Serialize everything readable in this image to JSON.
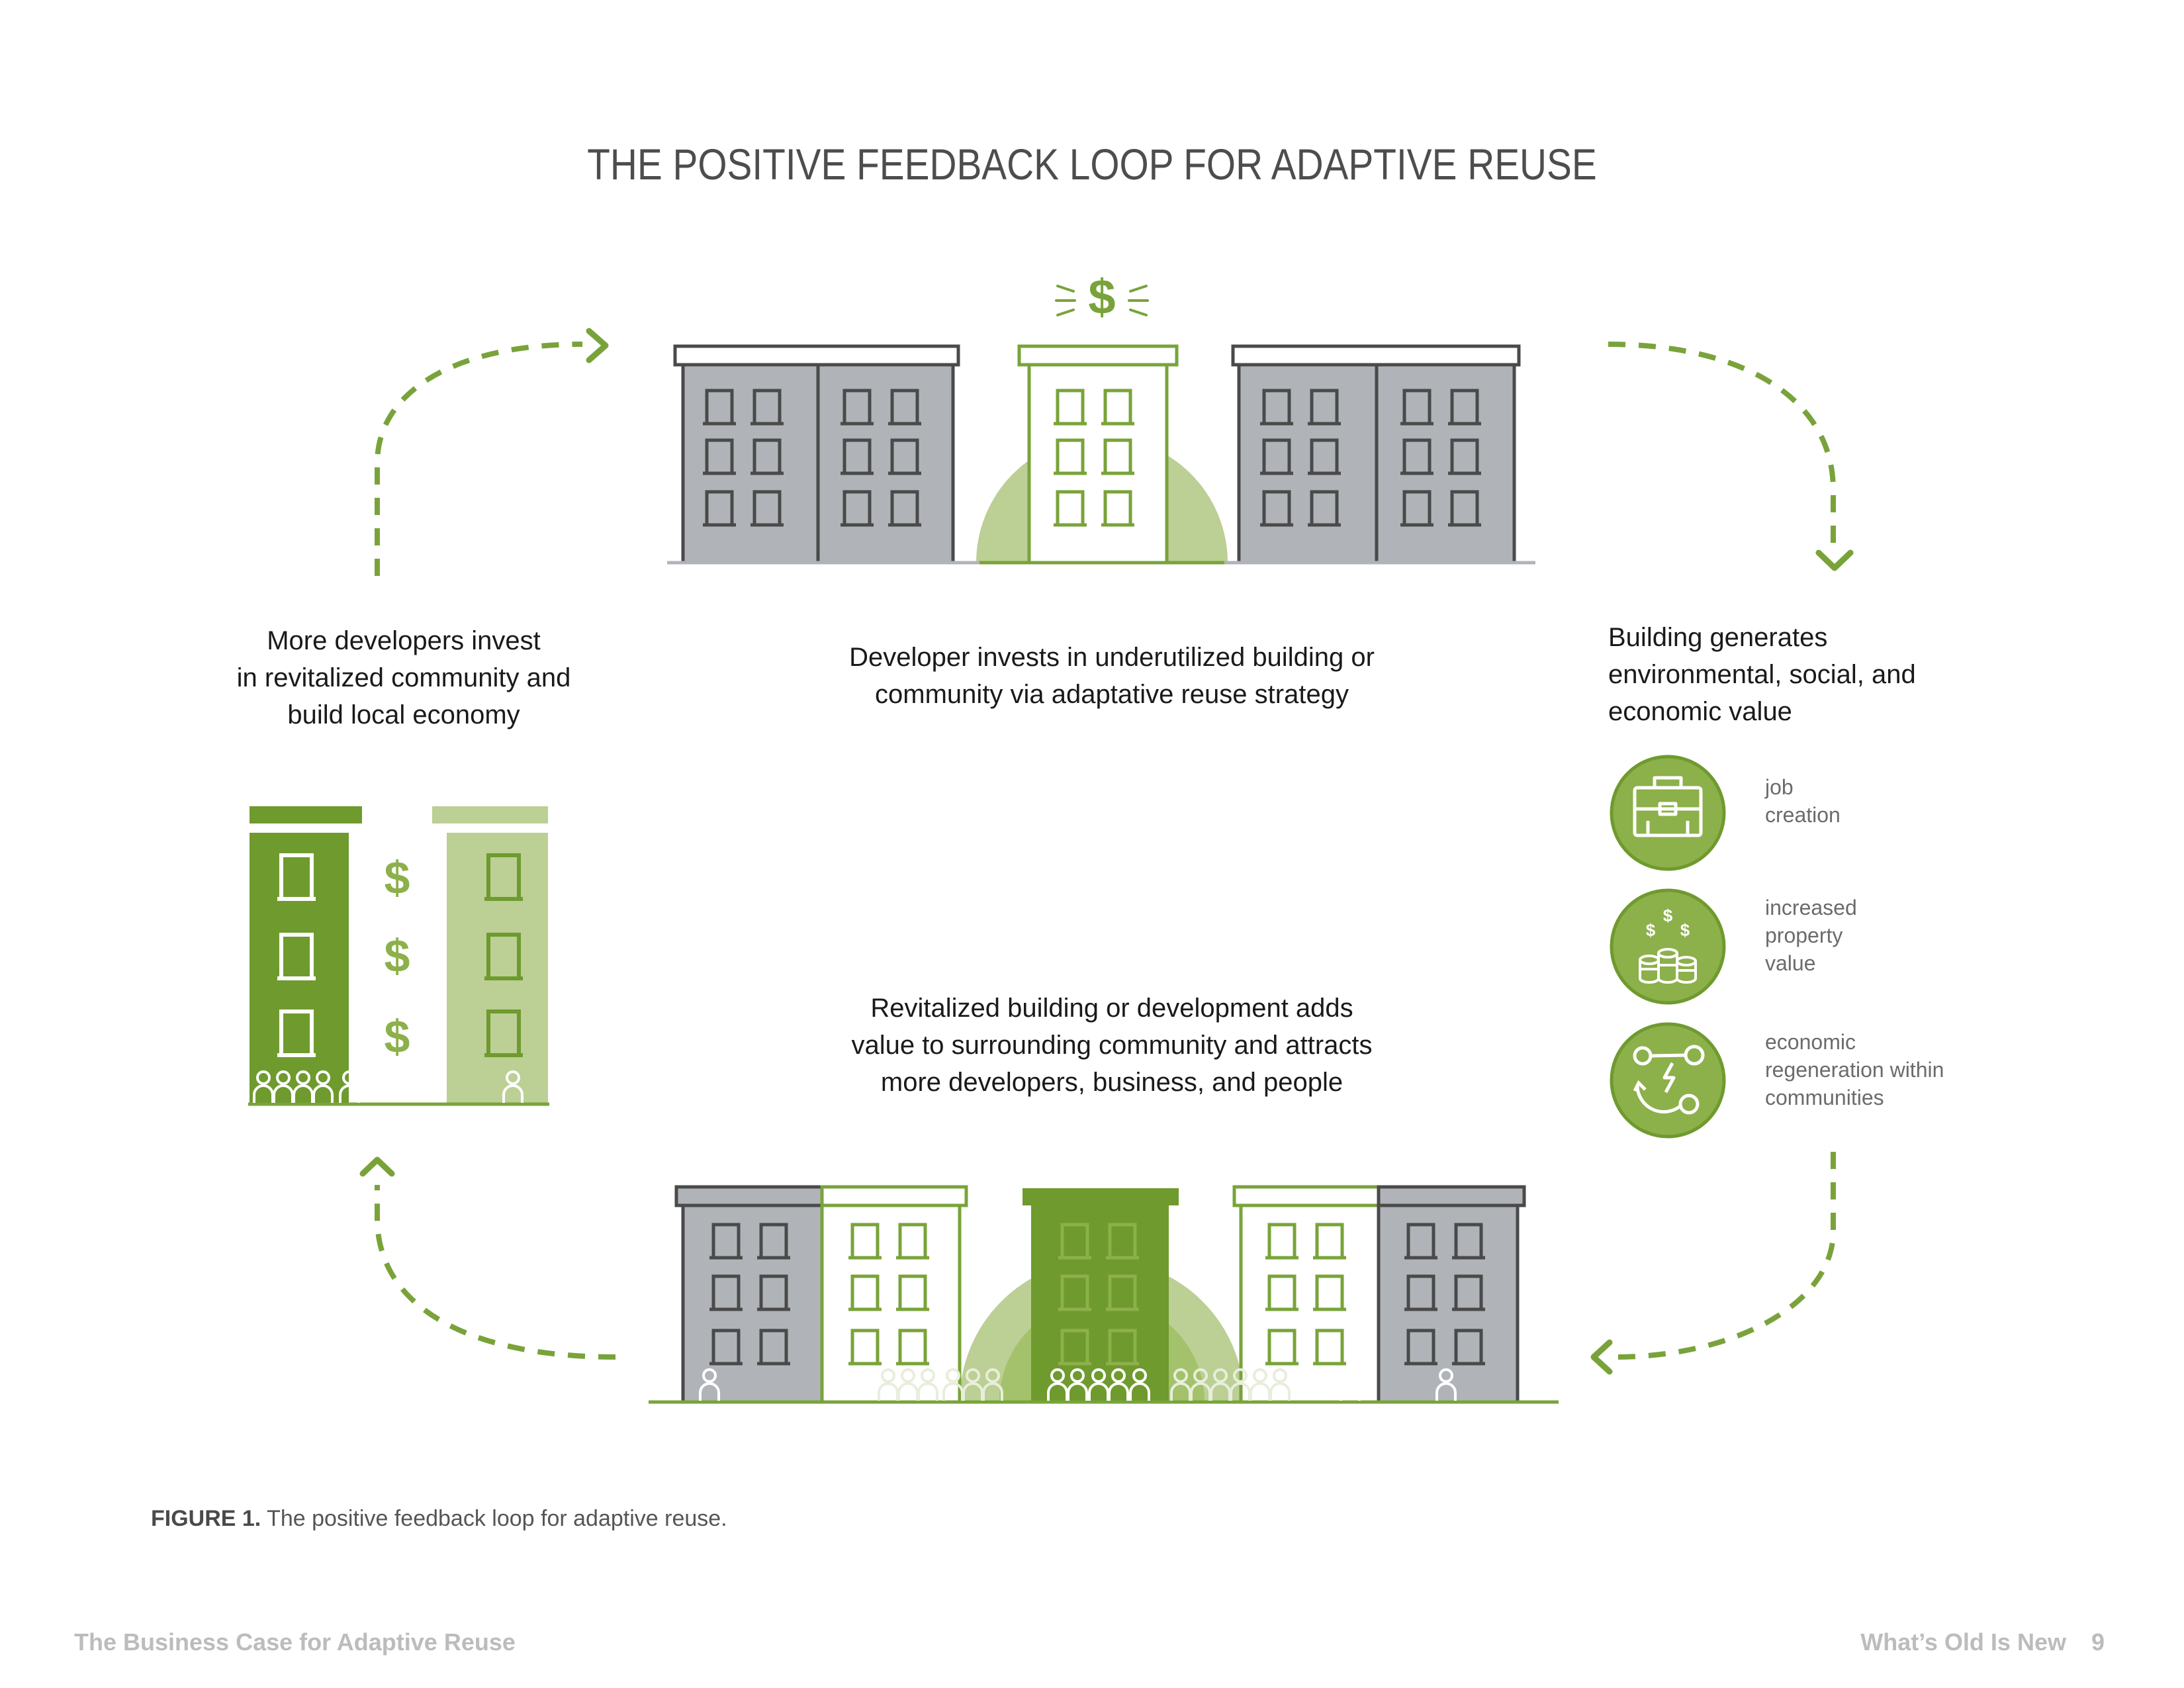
{
  "title": "THE POSITIVE FEEDBACK LOOP FOR ADAPTIVE REUSE",
  "steps": {
    "left": [
      "More developers invest",
      "in revitalized community and",
      "build local economy"
    ],
    "top": [
      "Developer invests in underutilized building or",
      "community via adaptative reuse strategy"
    ],
    "right": [
      "Building generates",
      "environmental, social, and",
      "economic value"
    ],
    "bottom": [
      "Revitalized building or development adds",
      "value to surrounding community and attracts",
      "more developers, business, and people"
    ]
  },
  "values": [
    {
      "icon": "briefcase-icon",
      "lines": [
        "job",
        "creation"
      ]
    },
    {
      "icon": "coins-icon",
      "lines": [
        "increased",
        "property",
        "value"
      ]
    },
    {
      "icon": "network-icon",
      "lines": [
        "economic",
        "regeneration within",
        "communities"
      ]
    }
  ],
  "dollar_sign": "$",
  "caption": {
    "label": "FIGURE 1.",
    "text": " The positive feedback loop for adaptive reuse."
  },
  "footer": {
    "left": "The Business Case for Adaptive Reuse",
    "right": "What’s Old Is New",
    "page": "9"
  },
  "colors": {
    "green_dark": "#6f9a2e",
    "green_mid": "#8cb04a",
    "green_light": "#bccf94",
    "gray": "#b0b4b8",
    "outline": "#4a4a4a"
  }
}
